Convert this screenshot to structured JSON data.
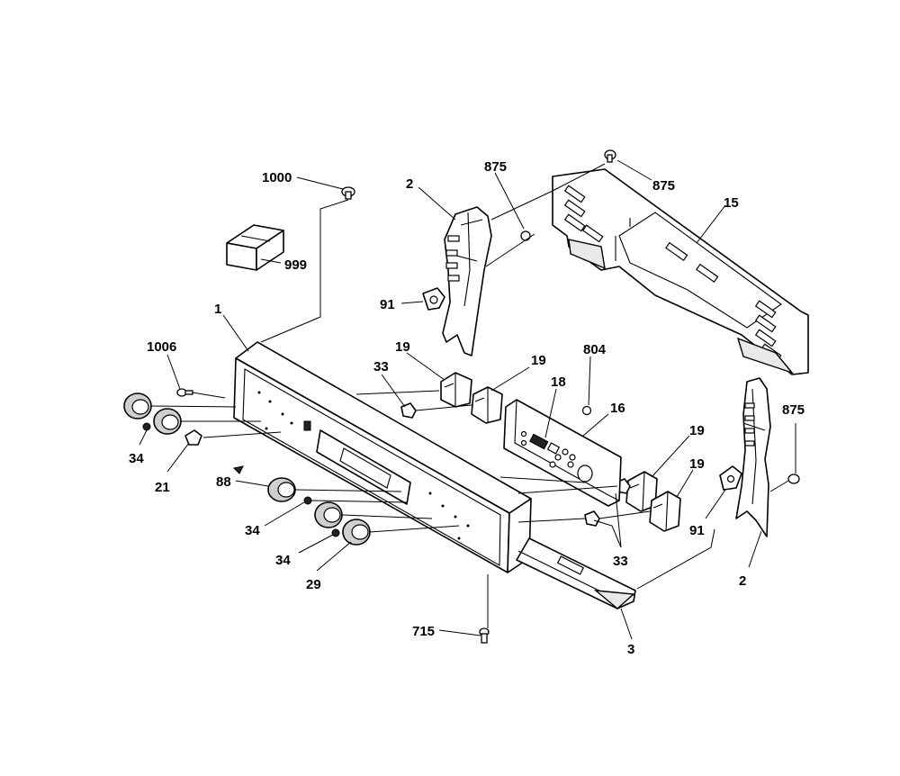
{
  "callouts": {
    "c1000": "1000",
    "c999": "999",
    "c2_top": "2",
    "c875_top": "875",
    "c875_right": "875",
    "c15": "15",
    "c91_left": "91",
    "c1": "1",
    "c1006": "1006",
    "c19_a": "19",
    "c19_b": "19",
    "c33_top": "33",
    "c804": "804",
    "c18": "18",
    "c16": "16",
    "c875_side": "875",
    "c34_a": "34",
    "c21": "21",
    "c88": "88",
    "c19_c": "19",
    "c19_d": "19",
    "c91_right": "91",
    "c34_b": "34",
    "c33_bottom": "33",
    "c34_c": "34",
    "c29": "29",
    "c2_right": "2",
    "c715": "715",
    "c3": "3"
  }
}
